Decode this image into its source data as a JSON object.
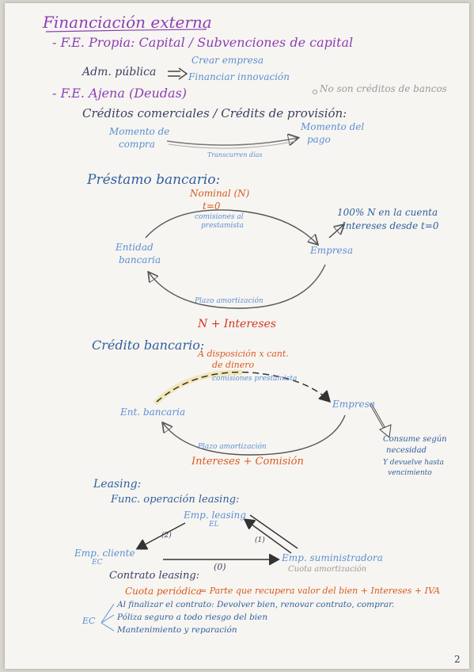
{
  "title": "Financiación externa",
  "fe_propia": "- F.E. Propia: Capital / Subvenciones de capital",
  "adm_publica": "Adm. pública",
  "crear_empresa": "Crear empresa",
  "financiar_innovacion": "Financiar innovación",
  "fe_ajena": "- F.E. Ajena (Deudas)",
  "no_son_creditos": "No son créditos de bancos",
  "creditos_comerciales": "Créditos comerciales / Crédits de provisión:",
  "momento_compra_1": "Momento de",
  "momento_compra_2": "compra",
  "momento_pago_1": "Momento del",
  "momento_pago_2": "pago",
  "transcurren_dias": "Transcurren días",
  "prestamo_title": "Préstamo bancario:",
  "nominal": "Nominal (N)",
  "t0": "t=0",
  "comisiones_prestamista_1": "comisiones al",
  "comisiones_prestamista_2": "prestamista",
  "n100_1": "100% N en la cuenta",
  "n100_2": "Intereses desde t=0",
  "entidad_1": "Entidad",
  "entidad_2": "bancaria",
  "empresa": "Empresa",
  "plazo_amortizacion": "Plazo amortización",
  "n_intereses": "N + Intereses",
  "credito_title": "Crédito bancario:",
  "disposicion_1": "A disposición x cant.",
  "disposicion_2": "de dinero",
  "comisiones_prestamista_c": "comisiones prestamista",
  "ent_bancaria": "Ent. bancaria",
  "consume_1": "Consume según",
  "consume_2": "necesidad",
  "consume_3": "Y devuelve hasta",
  "consume_4": "vencimiento",
  "intereses_comision": "Intereses + Comisión",
  "leasing_title": "Leasing:",
  "func_leasing": "Func. operación leasing:",
  "emp_leasing": "Emp. leasing",
  "el": "EL",
  "emp_cliente": "Emp. cliente",
  "ec": "EC",
  "emp_suministradora": "Emp. suministradora",
  "label_2": "(2)",
  "label_1": "(1)",
  "label_0": "(0)",
  "contrato_leasing": "Contrato leasing:",
  "cuota_amortizacion": "Cuota amortización",
  "cuota_periodica_label": "Cuota periódica",
  "cuota_periodica_eq": "= Parte que recupera valor del bien + Intereses + IVA",
  "al_finalizar": "Al finalizar el contrato: Devolver bien, renovar contrato, comprar.",
  "poliza": "Póliza seguro a todo riesgo del bien",
  "mantenimiento": "Mantenimiento y reparación",
  "ec_side": "EC",
  "page_number": "2"
}
